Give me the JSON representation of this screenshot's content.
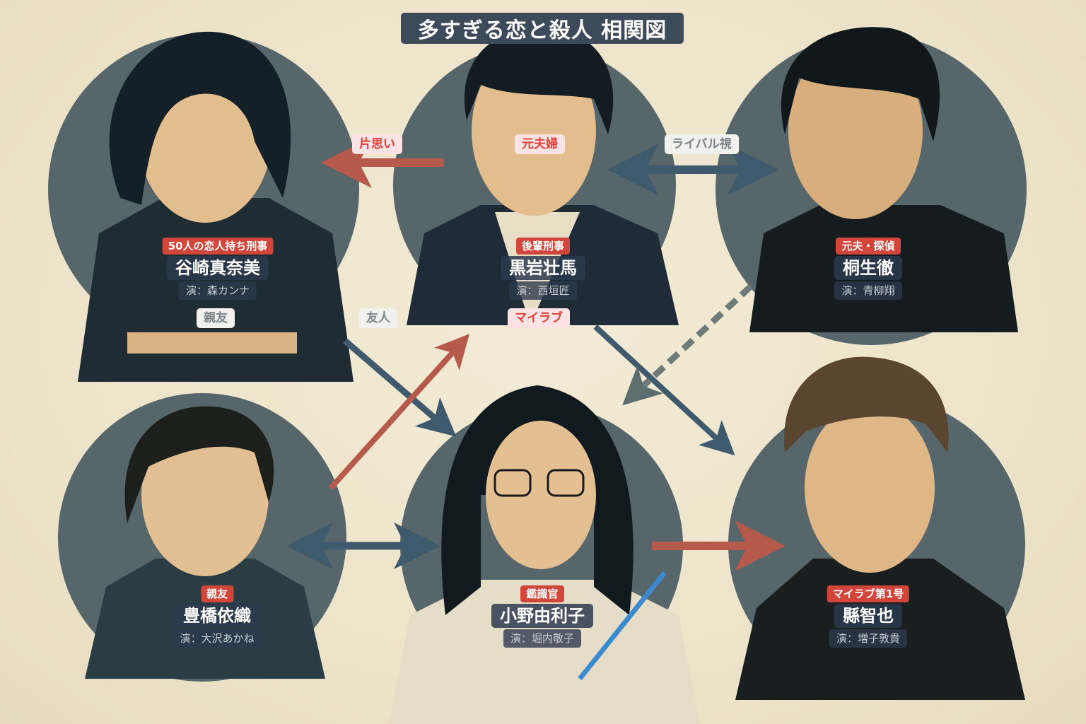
{
  "title": "多すぎる恋と殺人 相関図",
  "colors": {
    "background": "#efe6cf",
    "circle": "#56666a",
    "title_bg": "#3c4a5a",
    "role_badge": "#d2453a",
    "name_badge": "#2c3a4e",
    "arrow_red": "#b65a4c",
    "arrow_blue": "#3e5a6c",
    "arrow_dashed": "#6f7b78"
  },
  "characters": [
    {
      "id": "tanizaki",
      "role": "50人の恋人持ち刑事",
      "name": "谷崎真奈美",
      "actor": "演：森カンナ",
      "position": "top-left"
    },
    {
      "id": "kuroiwa",
      "role": "後輩刑事",
      "name": "黒岩壮馬",
      "actor": "演：西垣匠",
      "position": "top-center"
    },
    {
      "id": "kiryu",
      "role": "元夫・探偵",
      "name": "桐生徹",
      "actor": "演：青柳翔",
      "position": "top-right"
    },
    {
      "id": "toyohashi",
      "role": "親友",
      "name": "豊橋依織",
      "actor": "演：大沢あかね",
      "position": "bottom-left"
    },
    {
      "id": "ono",
      "role": "鑑識官",
      "name": "小野由利子",
      "actor": "演：堀内敬子",
      "position": "bottom-center"
    },
    {
      "id": "agata",
      "role": "マイラブ第1号",
      "name": "縣智也",
      "actor": "演：増子敦貴",
      "position": "bottom-right"
    }
  ],
  "relationships": [
    {
      "label": "片思い",
      "from": "kuroiwa",
      "to": "tanizaki",
      "style": "red"
    },
    {
      "label": "元夫婦",
      "from": "tanizaki",
      "to": "kiryu",
      "style": "red"
    },
    {
      "label": "ライバル視",
      "from": "kuroiwa",
      "to": "kiryu",
      "style": "gray"
    },
    {
      "label": "親友",
      "from": "tanizaki",
      "to": "toyohashi",
      "style": "gray"
    },
    {
      "label": "友人",
      "from": "tanizaki",
      "to": "ono",
      "style": "gray"
    },
    {
      "label": "マイラブ",
      "from": "toyohashi",
      "to": "kuroiwa",
      "style": "red"
    }
  ]
}
